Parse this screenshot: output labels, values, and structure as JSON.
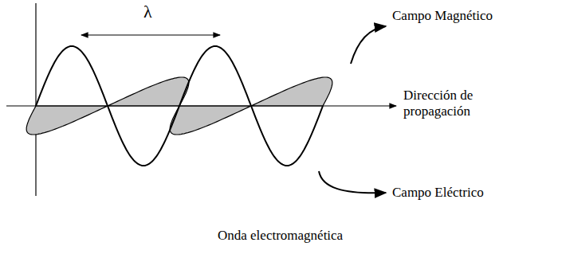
{
  "diagram": {
    "caption": "Onda electromagnética",
    "labels": [
      "λ",
      "Campo Magnético",
      "Dirección de propagación",
      "Campo Eléctrico"
    ]
  }
}
